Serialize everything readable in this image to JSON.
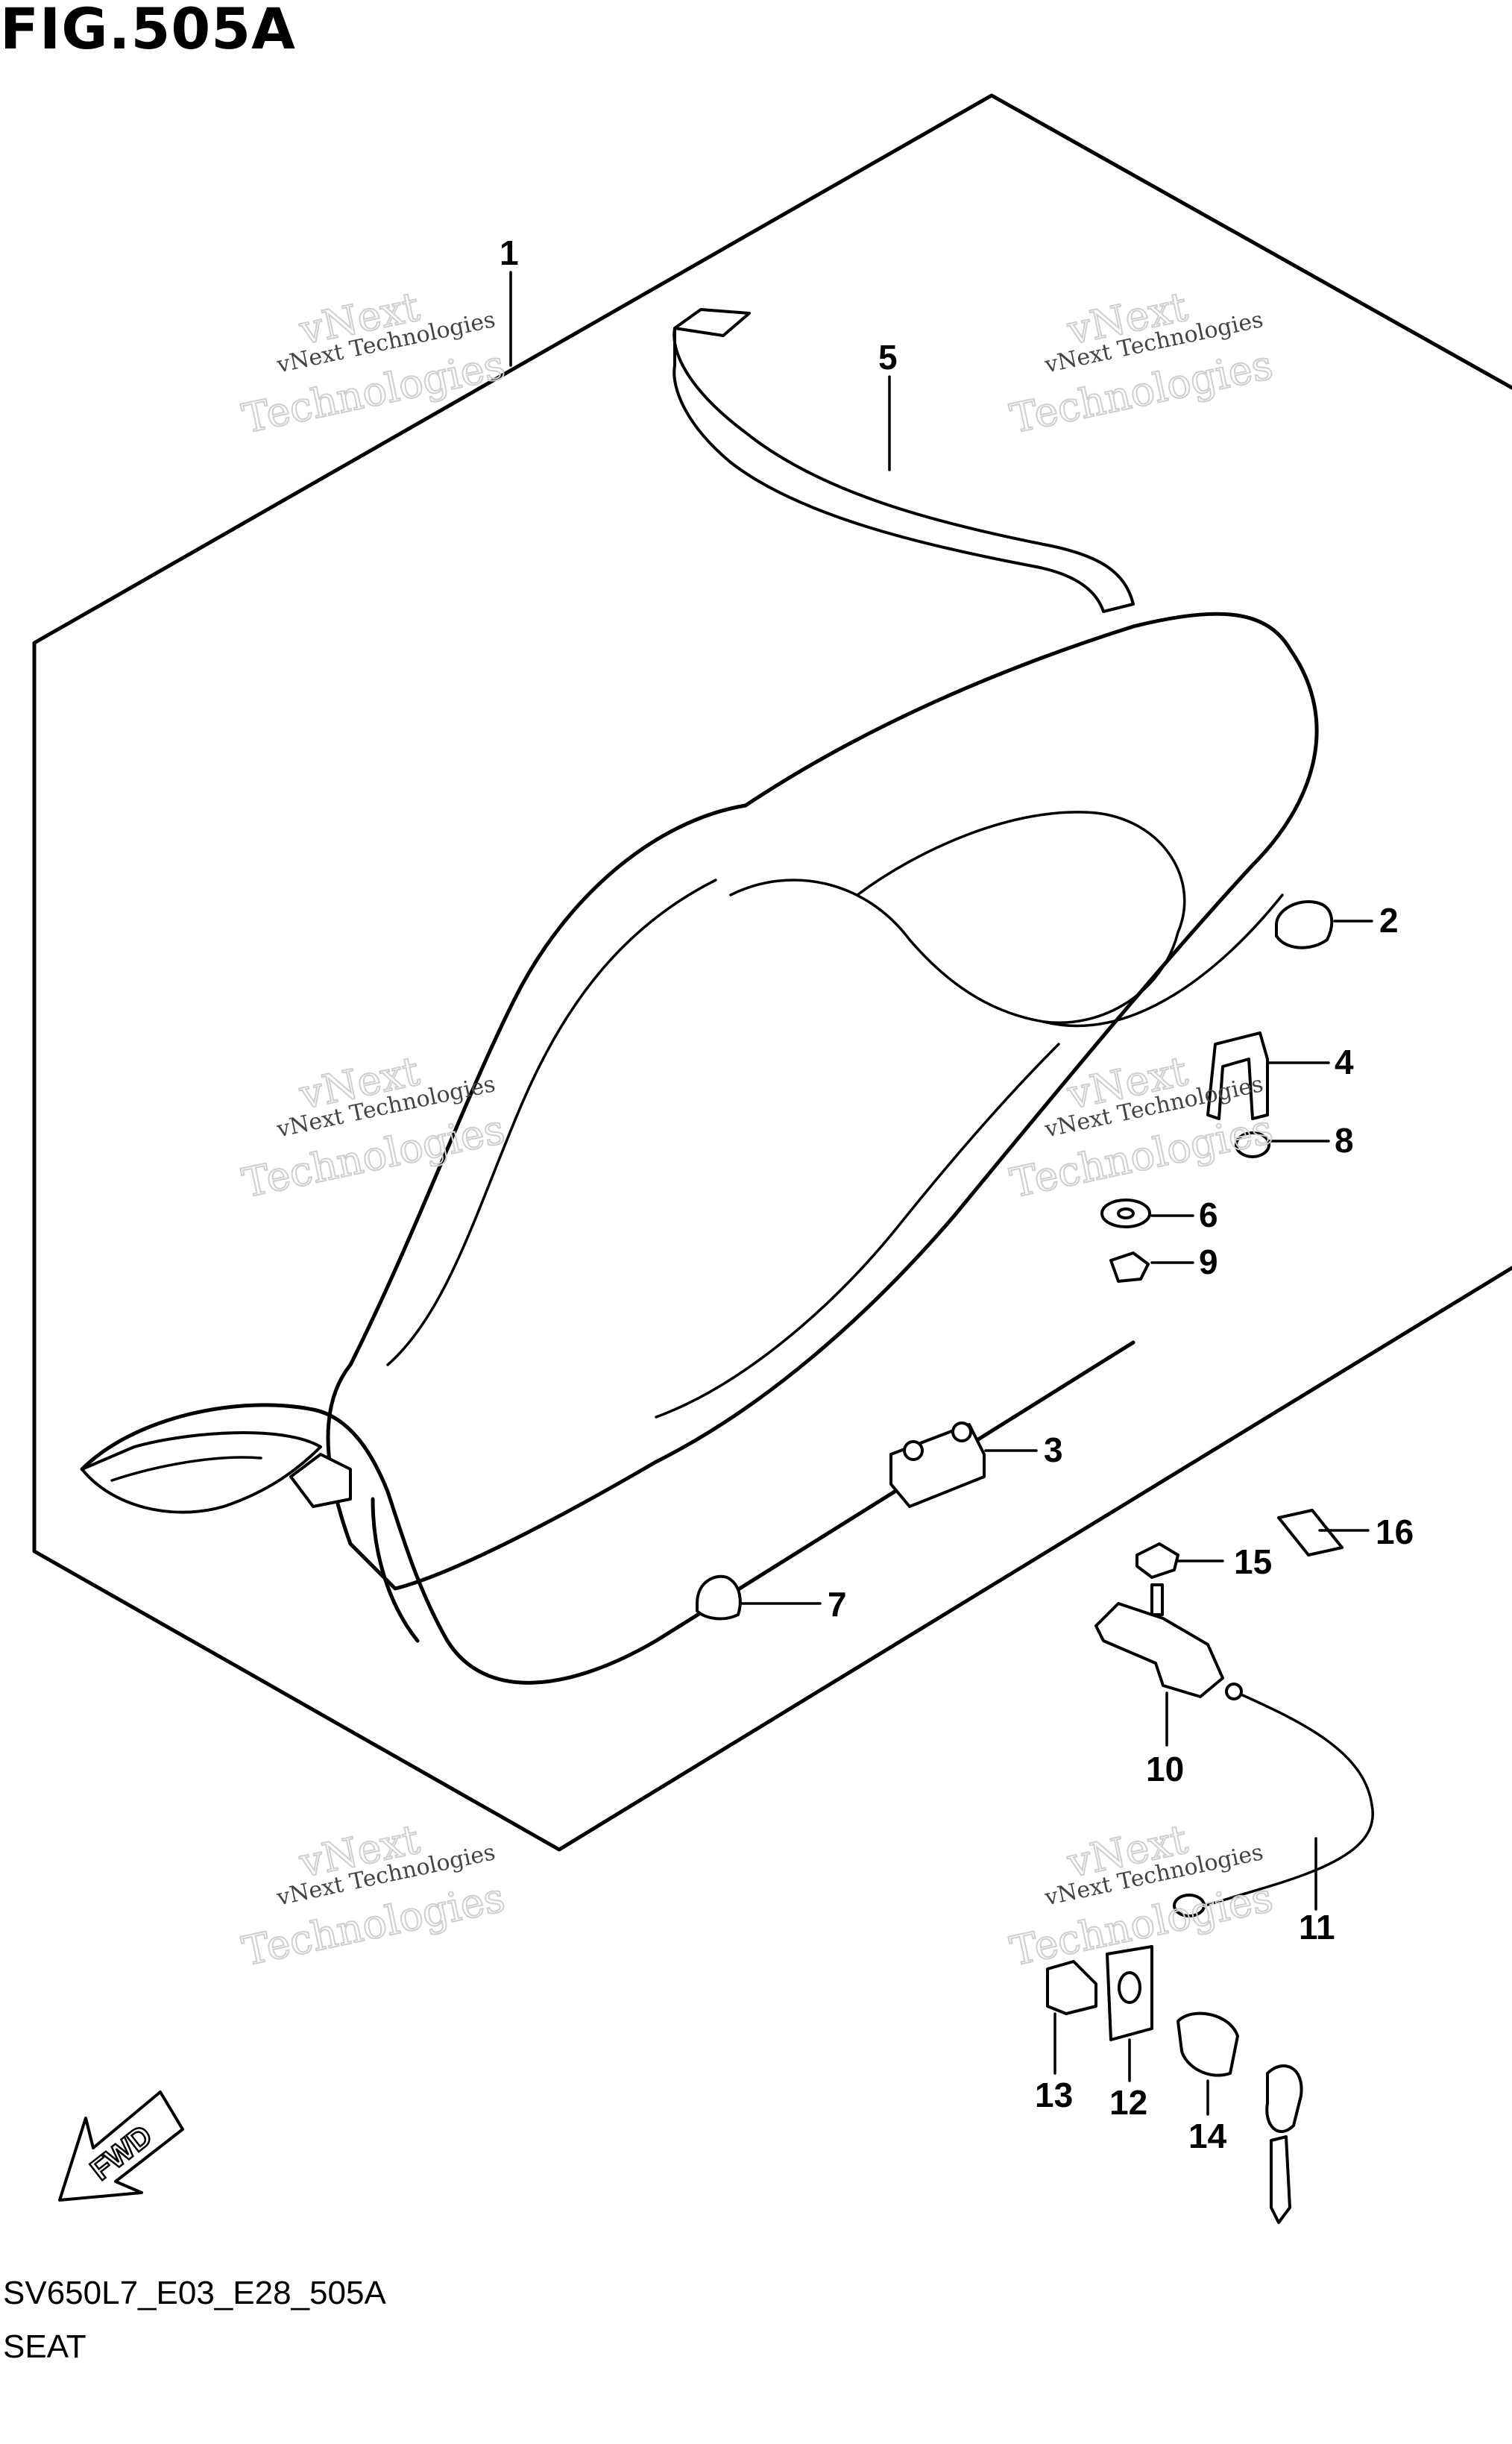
{
  "figure": {
    "title": "FIG.505A",
    "code": "SV650L7_E03_E28_505A",
    "name": "SEAT"
  },
  "callouts": [
    {
      "id": "1",
      "label": "1"
    },
    {
      "id": "2",
      "label": "2"
    },
    {
      "id": "3",
      "label": "3"
    },
    {
      "id": "4",
      "label": "4"
    },
    {
      "id": "5",
      "label": "5"
    },
    {
      "id": "6",
      "label": "6"
    },
    {
      "id": "7",
      "label": "7"
    },
    {
      "id": "8",
      "label": "8"
    },
    {
      "id": "9",
      "label": "9"
    },
    {
      "id": "10",
      "label": "10"
    },
    {
      "id": "11",
      "label": "11"
    },
    {
      "id": "12",
      "label": "12"
    },
    {
      "id": "13",
      "label": "13"
    },
    {
      "id": "14",
      "label": "14"
    },
    {
      "id": "15",
      "label": "15"
    },
    {
      "id": "16",
      "label": "16"
    }
  ],
  "watermark": {
    "line1": "vNext Technologies",
    "line2": "vNext",
    "line3": "Technologies"
  },
  "fwd_label": "FWD",
  "colors": {
    "ink": "#000000",
    "paper": "#ffffff",
    "watermark": "#cfcfcf"
  }
}
